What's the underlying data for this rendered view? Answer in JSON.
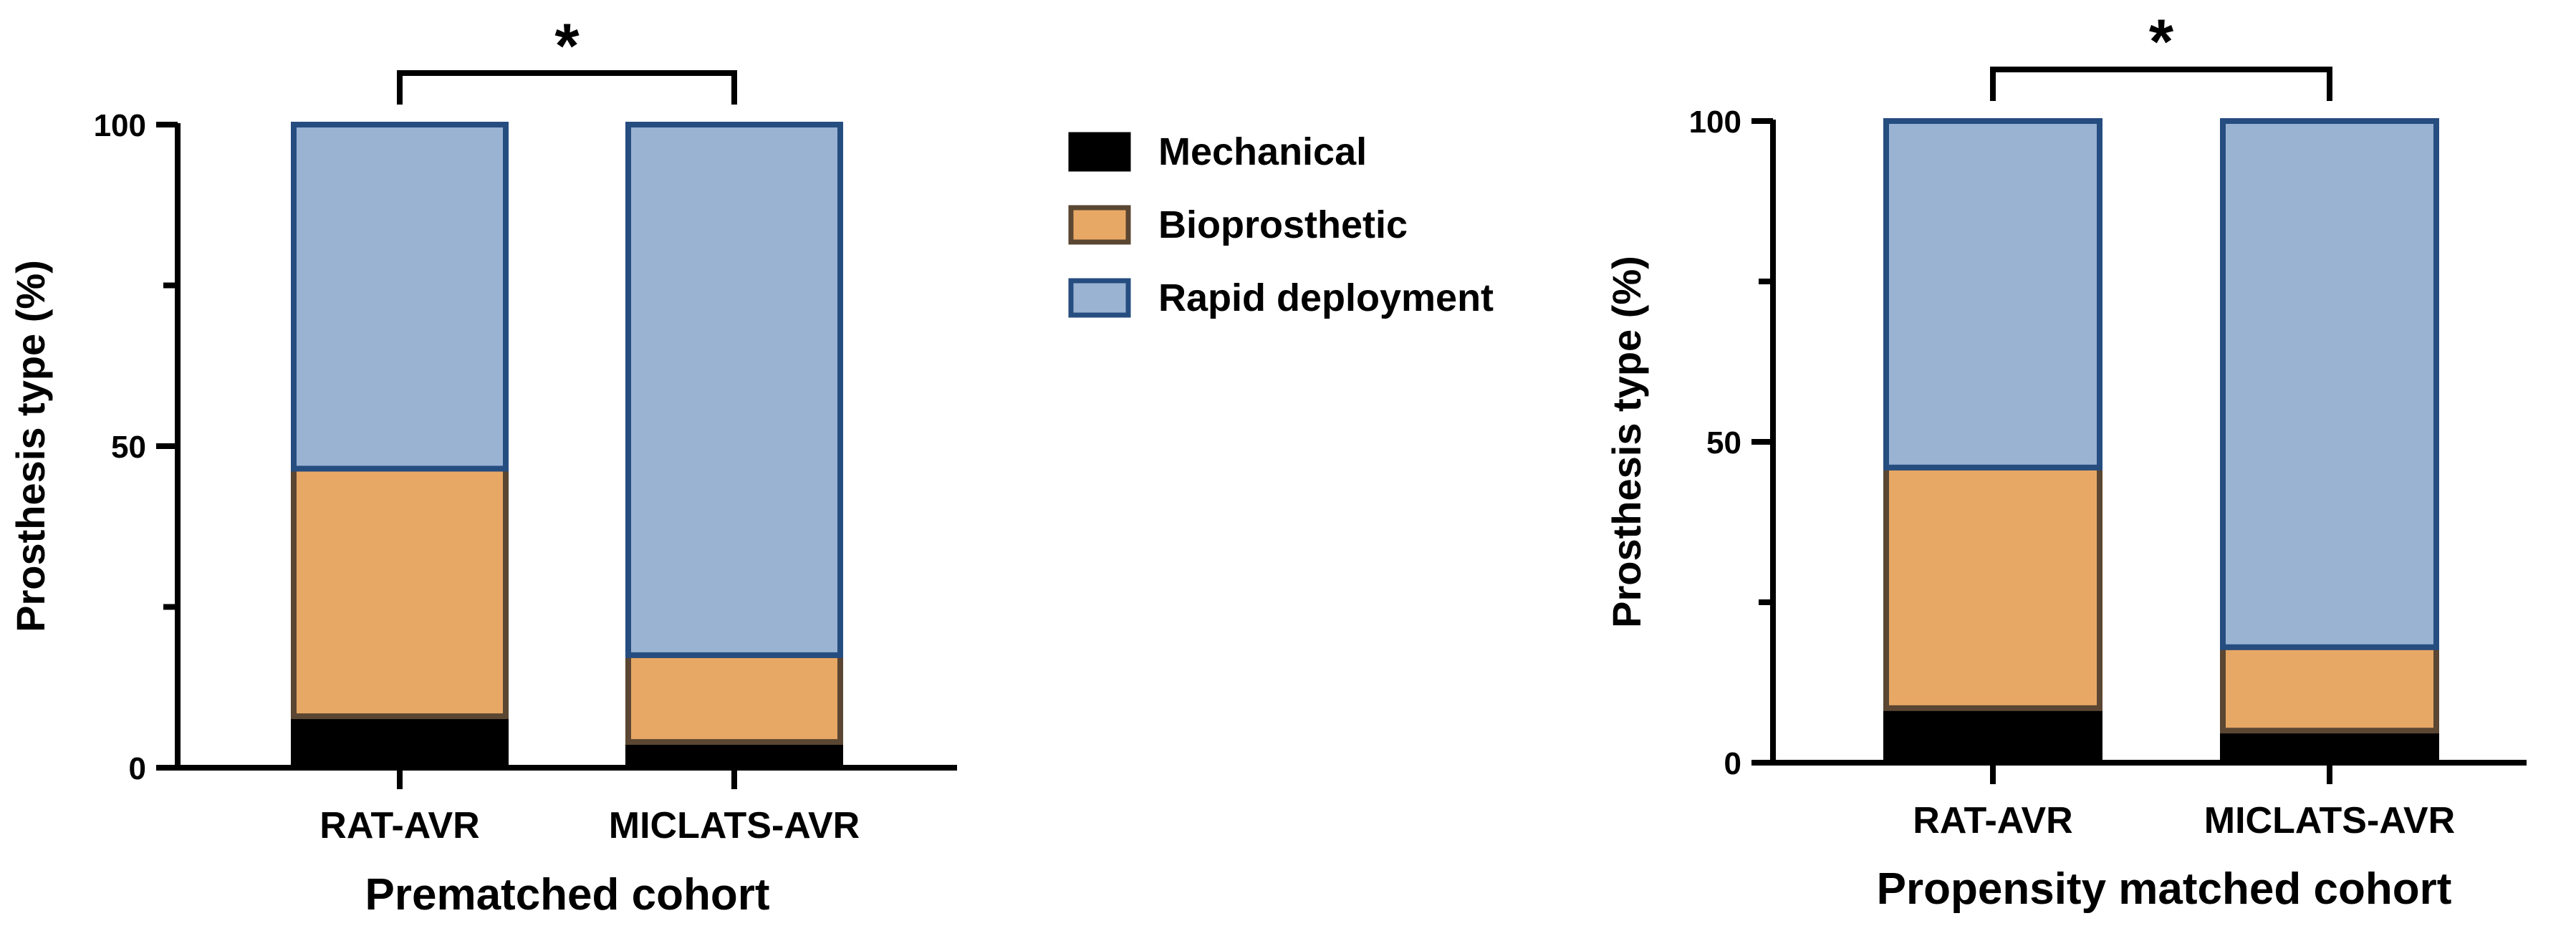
{
  "chart_data": [
    {
      "type": "bar",
      "stacked": true,
      "categories": [
        "RAT-AVR",
        "MICLATS-AVR"
      ],
      "series": [
        {
          "name": "Mechanical",
          "values": [
            8,
            4
          ]
        },
        {
          "name": "Bioprosthetic",
          "values": [
            38.5,
            13.5
          ]
        },
        {
          "name": "Rapid deployment",
          "values": [
            53.5,
            82.5
          ]
        }
      ],
      "xlabel": "Prematched cohort",
      "ylabel": "Prosthesis type (%)",
      "ylim": [
        0,
        100
      ],
      "yticks": [
        "0",
        "50",
        "100"
      ],
      "significance": "*"
    },
    {
      "type": "bar",
      "stacked": true,
      "categories": [
        "RAT-AVR",
        "MICLATS-AVR"
      ],
      "series": [
        {
          "name": "Mechanical",
          "values": [
            8.5,
            5
          ]
        },
        {
          "name": "Bioprosthetic",
          "values": [
            37.5,
            13
          ]
        },
        {
          "name": "Rapid deployment",
          "values": [
            54,
            82
          ]
        }
      ],
      "xlabel": "Propensity matched cohort",
      "ylabel": "Prosthesis type (%)",
      "ylim": [
        0,
        100
      ],
      "yticks": [
        "0",
        "50",
        "100"
      ],
      "significance": "*"
    }
  ],
  "legend": [
    {
      "label": "Mechanical",
      "fill": "#000000",
      "stroke": "#000000"
    },
    {
      "label": "Bioprosthetic",
      "fill": "#e8a865",
      "stroke": "#5a4632"
    },
    {
      "label": "Rapid deployment",
      "fill": "#9ab3d3",
      "stroke": "#264d80"
    }
  ]
}
